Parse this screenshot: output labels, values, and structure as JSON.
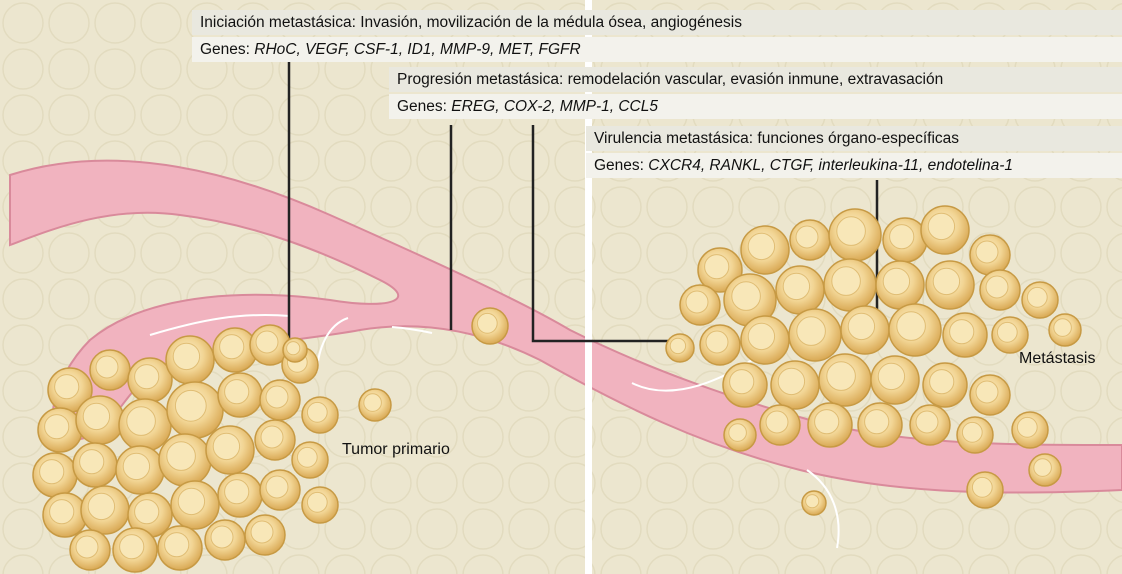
{
  "colors": {
    "background": "#ece6cf",
    "vessel": "#f1b3bf",
    "vessel_edge": "#d98a9b",
    "cell_fill": "#f0cf8a",
    "cell_edge": "#c79a44",
    "header_bg": "#e9e8df",
    "genes_bg": "#f3f2ec"
  },
  "stages": [
    {
      "title": "Iniciación metastásica: Invasión, movilización de la médula ósea, angiogénesis",
      "genes_prefix": "Genes: ",
      "genes": "RHoC, VEGF, CSF-1, ID1, MMP-9, MET, FGFR"
    },
    {
      "title": "Progresión metastásica: remodelación vascular, evasión inmune, extravasación",
      "genes_prefix": "Genes: ",
      "genes": "EREG, COX-2, MMP-1, CCL5"
    },
    {
      "title": "Virulencia metastásica: funciones órgano-específicas",
      "genes_prefix": "Genes: ",
      "genes": "CXCR4, RANKL, CTGF, interleukina-11, endotelina-1"
    }
  ],
  "labels": {
    "primary_tumor": "Tumor primario",
    "metastasis": "Metástasis"
  }
}
